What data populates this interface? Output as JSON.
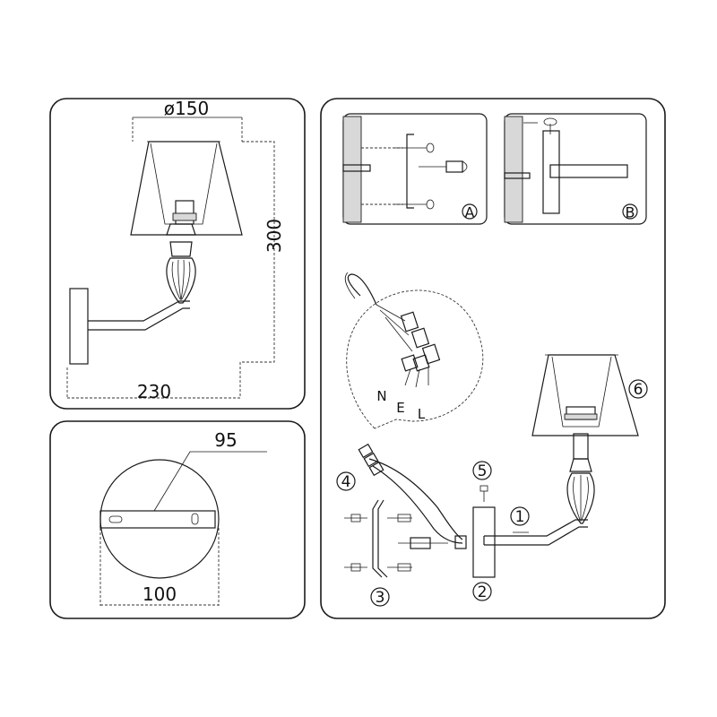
{
  "dimensions": {
    "shade_diameter": "ø150",
    "height": "300",
    "projection": "230",
    "bracket_length": "95",
    "plate_diameter": "100"
  },
  "detail_labels": {
    "detail_a": "A",
    "detail_b": "B"
  },
  "wire_labels": {
    "neutral": "N",
    "earth": "E",
    "live": "L"
  },
  "step_numbers": {
    "step_1": "1",
    "step_2": "2",
    "step_3": "3",
    "step_4": "4",
    "step_5": "5",
    "step_6": "6"
  }
}
